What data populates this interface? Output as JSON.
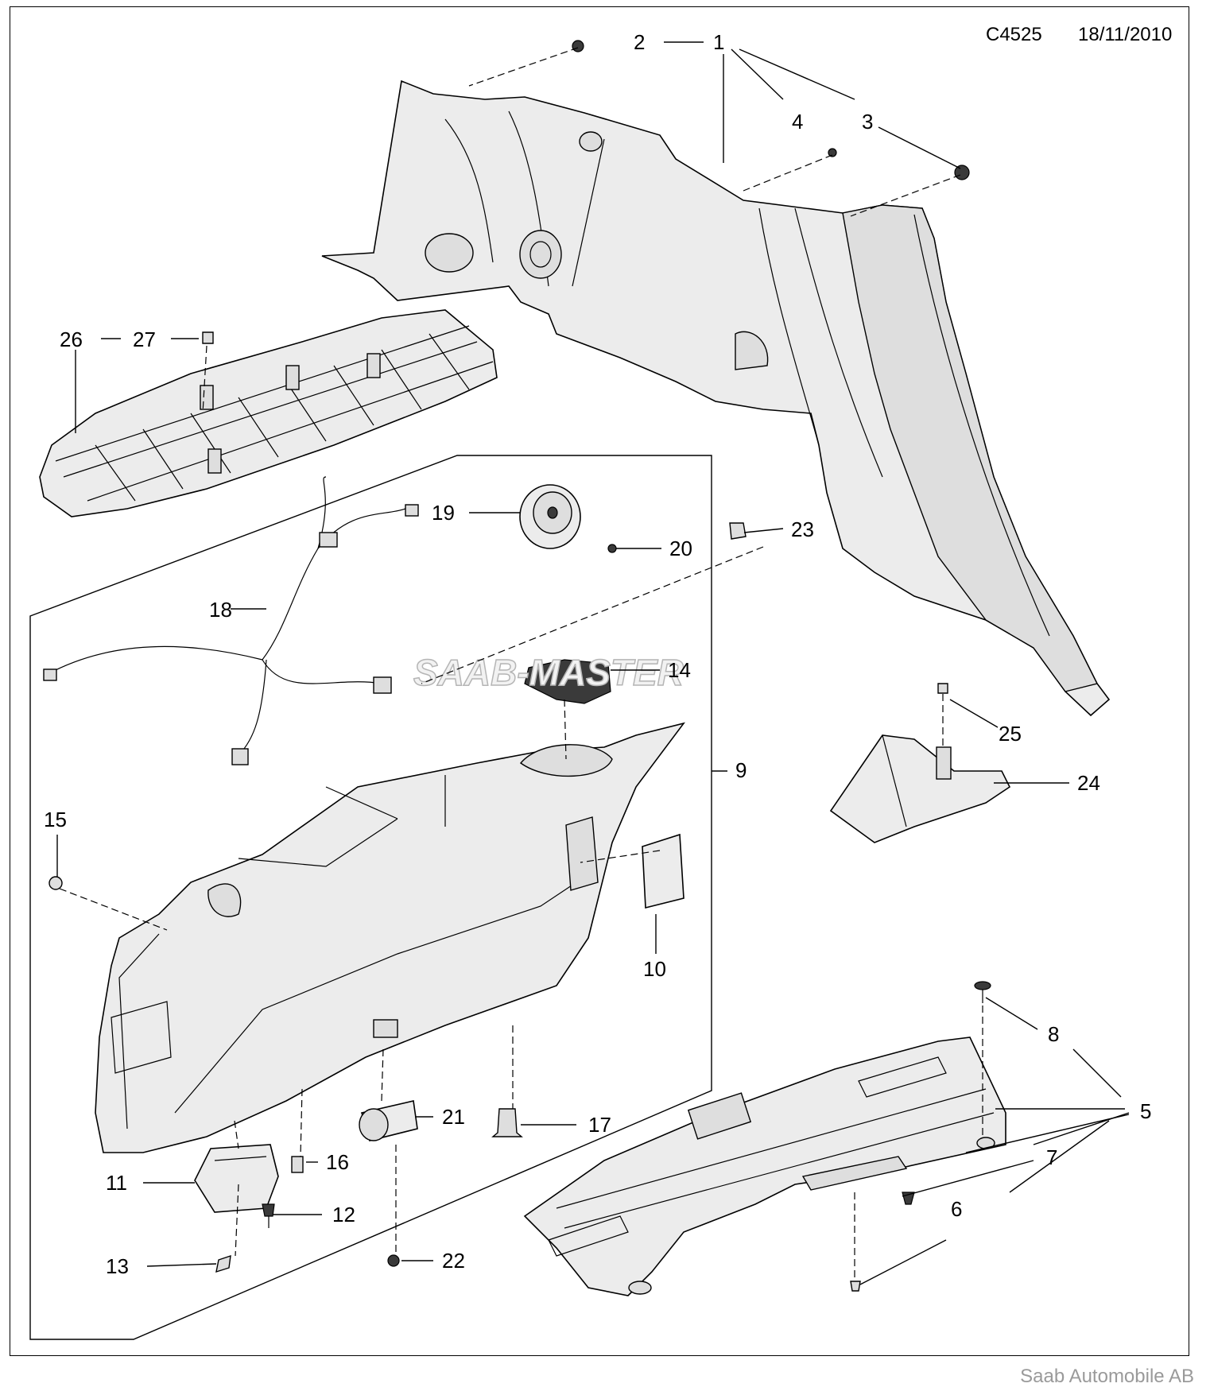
{
  "header": {
    "code": "C4525",
    "date": "18/11/2010"
  },
  "footer": {
    "copyright": "Saab Automobile AB"
  },
  "watermark": "SAAB-MASTER",
  "callouts": [
    "1",
    "2",
    "3",
    "4",
    "5",
    "6",
    "7",
    "8",
    "9",
    "10",
    "11",
    "12",
    "13",
    "14",
    "15",
    "16",
    "17",
    "18",
    "19",
    "20",
    "21",
    "22",
    "23",
    "24",
    "25",
    "26",
    "27"
  ]
}
